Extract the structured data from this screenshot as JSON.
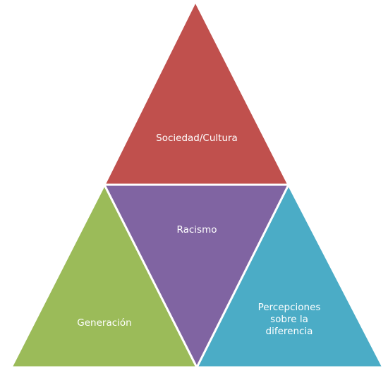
{
  "diagram": {
    "triangles": {
      "top": {
        "label": "Sociedad/Cultura",
        "color": "#c0504d"
      },
      "center": {
        "label": "Racismo",
        "color": "#8064a2"
      },
      "left": {
        "label": "Generación",
        "color": "#9bbb59"
      },
      "right": {
        "lines": [
          "Percepciones",
          "sobre la",
          "diferencia"
        ],
        "color": "#4bacc6"
      }
    }
  }
}
